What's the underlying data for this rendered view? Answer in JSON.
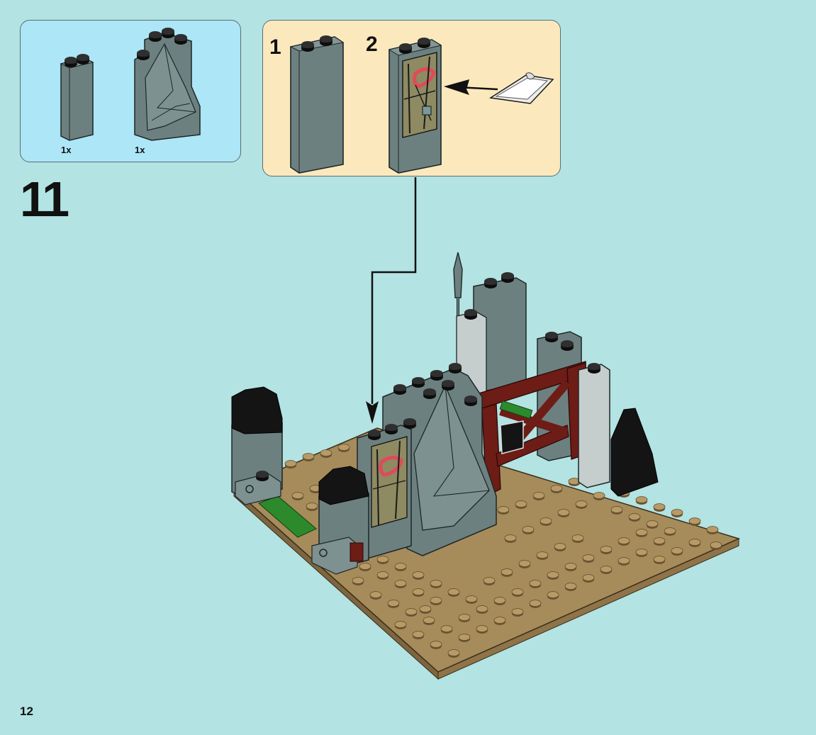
{
  "instruction": {
    "step_number": "11",
    "page_number": "12",
    "parts_list": [
      {
        "part": "brick-1x2x5",
        "quantity": "1x"
      },
      {
        "part": "rock-panel",
        "quantity": "1x"
      }
    ],
    "sub_steps": [
      {
        "number": "1"
      },
      {
        "number": "2"
      }
    ]
  },
  "colors": {
    "background": "#b3e3e3",
    "parts_box": "#ace6f7",
    "sub_box": "#fbe9bd",
    "brick_gray": "#6d8080",
    "baseplate_tan": "#a68b5b",
    "dark_red": "#6e1c16",
    "light_gray": "#c6cdcd",
    "black": "#141414",
    "green": "#2c8a2c"
  }
}
